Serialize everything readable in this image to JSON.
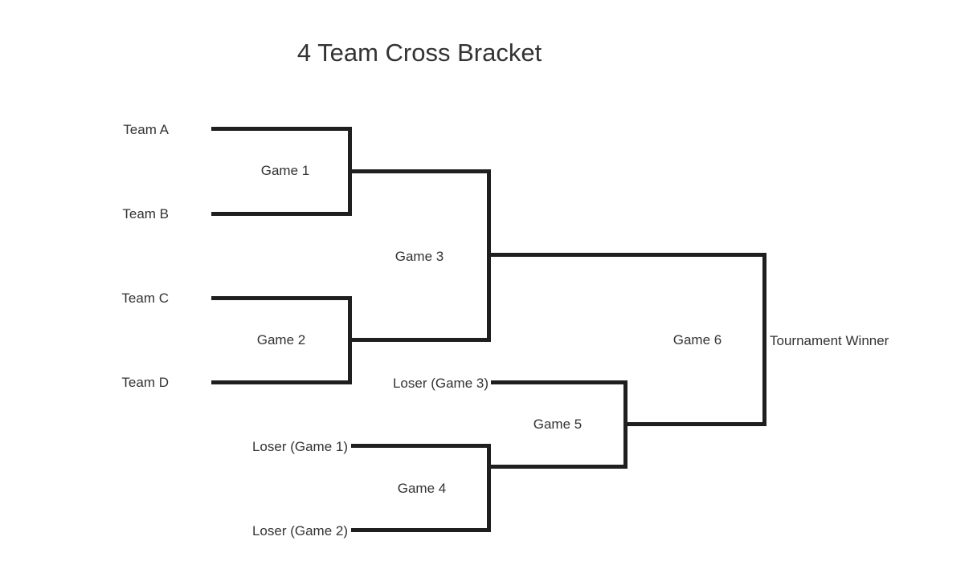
{
  "title": "4 Team Cross Bracket",
  "teams": {
    "a": "Team A",
    "b": "Team B",
    "c": "Team C",
    "d": "Team D"
  },
  "games": {
    "g1": "Game 1",
    "g2": "Game 2",
    "g3": "Game 3",
    "g4": "Game 4",
    "g5": "Game 5",
    "g6": "Game 6"
  },
  "feeders": {
    "loser_g1": "Loser (Game 1)",
    "loser_g2": "Loser (Game 2)",
    "loser_g3": "Loser (Game 3)"
  },
  "result": {
    "winner": "Tournament Winner"
  },
  "colors": {
    "line": "#1f1f1f",
    "text": "#333333",
    "background": "#ffffff"
  },
  "connections": [
    {
      "from": "Team A",
      "to": "Game 1"
    },
    {
      "from": "Team B",
      "to": "Game 1"
    },
    {
      "from": "Team C",
      "to": "Game 2"
    },
    {
      "from": "Team D",
      "to": "Game 2"
    },
    {
      "from": "Winner of Game 1",
      "to": "Game 3"
    },
    {
      "from": "Winner of Game 2",
      "to": "Game 3"
    },
    {
      "from": "Loser (Game 1)",
      "to": "Game 4"
    },
    {
      "from": "Loser (Game 2)",
      "to": "Game 4"
    },
    {
      "from": "Loser (Game 3)",
      "to": "Game 5"
    },
    {
      "from": "Winner of Game 4",
      "to": "Game 5"
    },
    {
      "from": "Winner of Game 3",
      "to": "Game 6"
    },
    {
      "from": "Winner of Game 5",
      "to": "Game 6"
    },
    {
      "from": "Winner of Game 6",
      "to": "Tournament Winner"
    }
  ]
}
